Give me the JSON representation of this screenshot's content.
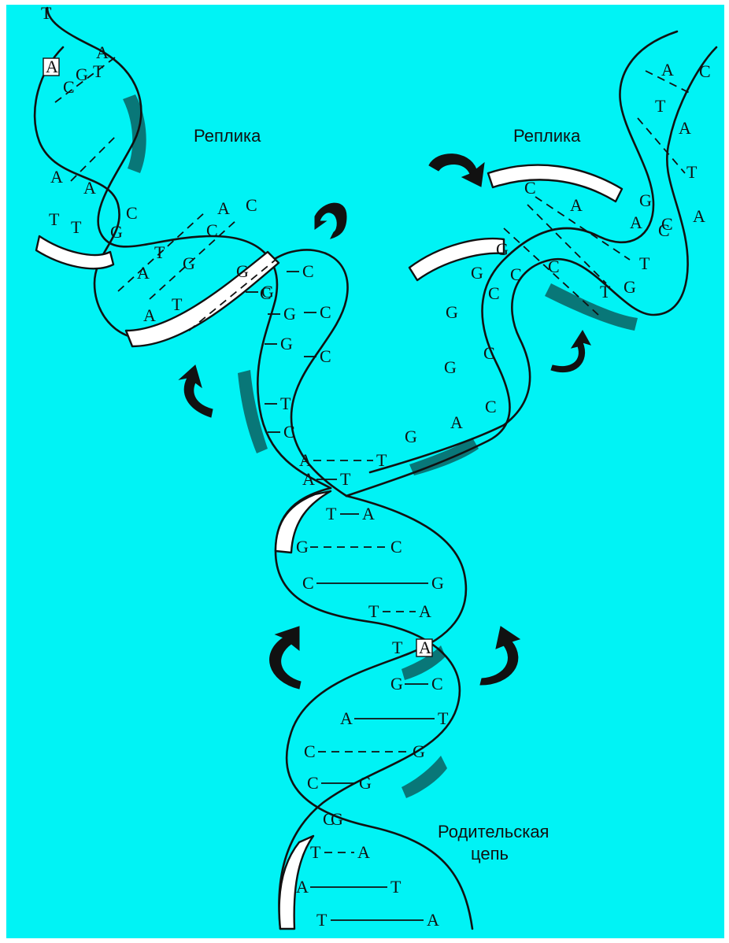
{
  "colors": {
    "background": "#00f3f5",
    "ink": "#111111",
    "ribbon": "#ffffff"
  },
  "labels": {
    "replica_left": "Реплика",
    "replica_right": "Реплика",
    "parent_line1": "Родительская",
    "parent_line2": "цепь"
  },
  "parent_pairs": [
    [
      "A",
      "T"
    ],
    [
      "A",
      "T"
    ],
    [
      "T",
      "A"
    ],
    [
      "G",
      "C"
    ],
    [
      "C",
      "G"
    ],
    [
      "T",
      "A"
    ],
    [
      "T",
      "A"
    ],
    [
      "G",
      "C"
    ],
    [
      "A",
      "T"
    ],
    [
      "C",
      "G"
    ],
    [
      "C",
      "G"
    ],
    [
      "C",
      "G"
    ],
    [
      "T",
      "A"
    ],
    [
      "A",
      "T"
    ],
    [
      "T",
      "A"
    ]
  ],
  "fork_left_bases": [
    "G",
    "C",
    "G",
    "C",
    "G",
    "C",
    "T",
    "C"
  ],
  "fork_right_bases": [
    "G",
    "C",
    "G",
    "C",
    "G",
    "C",
    "A",
    "G"
  ],
  "replica_left_bases": [
    "T",
    "A",
    "C",
    "G",
    "A",
    "T",
    "A",
    "T",
    "A",
    "T",
    "G",
    "C",
    "A",
    "T",
    "G",
    "C",
    "A",
    "C",
    "A",
    "T",
    "G",
    "C"
  ],
  "replica_right_bases": [
    "C",
    "A",
    "T",
    "A",
    "T",
    "A",
    "G",
    "C",
    "C",
    "A",
    "A",
    "T",
    "G",
    "C",
    "C",
    "T",
    "G",
    "C"
  ],
  "icons": [
    "curved-arrow-icon"
  ]
}
